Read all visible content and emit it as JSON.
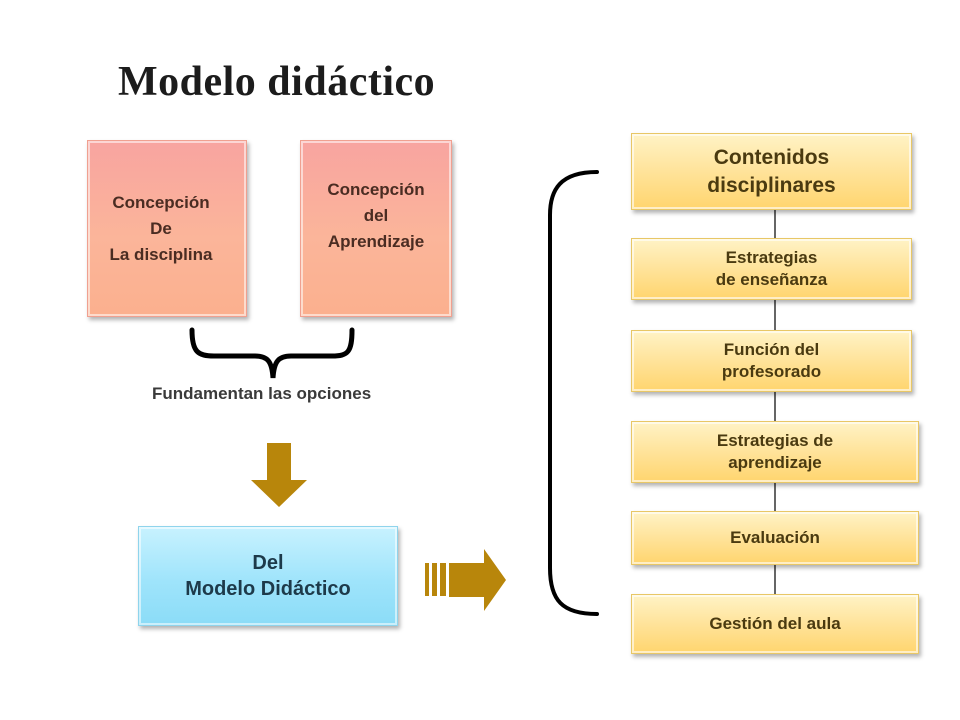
{
  "title": "Modelo didáctico",
  "left": {
    "box1": "Concepción\nDe\nLa disciplina",
    "box2": "Concepción\ndel\nAprendizaje",
    "brace_label": "Fundamentan las opciones",
    "result": "Del\nModelo Didáctico"
  },
  "right": {
    "items": [
      "Contenidos\ndisciplinares",
      "Estrategias\nde enseñanza",
      "Función del\nprofesorado",
      "Estrategias de\naprendizaje",
      "Evaluación",
      "Gestión del aula"
    ]
  },
  "colors": {
    "arrow": "#b8860b",
    "connector": "#000000",
    "red_box": "#fbb59a",
    "blue_box": "#9fe4fb",
    "yellow_box": "#ffe39a"
  }
}
